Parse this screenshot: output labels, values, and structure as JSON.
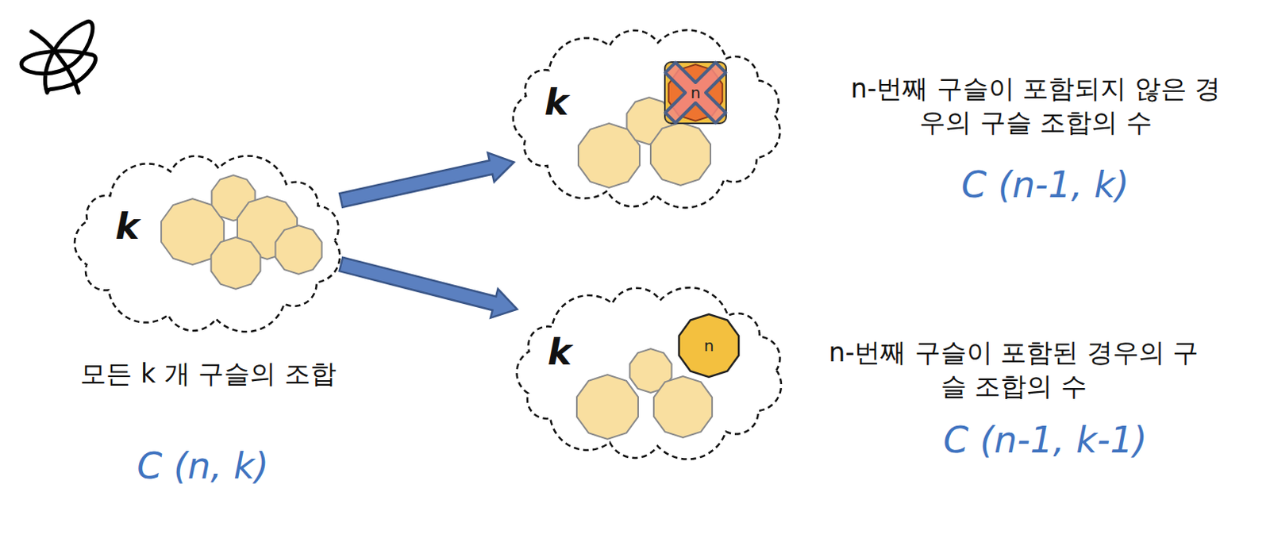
{
  "diagram": {
    "nodes": [
      {
        "text": [
          "k"
        ]
      },
      {
        "text": [
          "k"
        ]
      },
      {
        "text": [
          "n"
        ],
        "in": 1
      },
      {
        "text": [
          "k"
        ]
      },
      {
        "text": [
          "n"
        ],
        "in": 3
      }
    ],
    "edges": [
      {
        "from": 0,
        "to": 1,
        "arrow": "to"
      },
      {
        "from": 0,
        "to": 3,
        "arrow": "to"
      }
    ],
    "labels": [
      "모든 k 개 구슬의 조합",
      "C (n, k)",
      "n-번째 구슬이 포함되지 않은 경우의 구슬 조합의 수",
      "C (n-1, k)",
      "n-번째 구슬이 포함된 경우의 구슬 조합의 수",
      "C (n-1, k-1)"
    ]
  }
}
